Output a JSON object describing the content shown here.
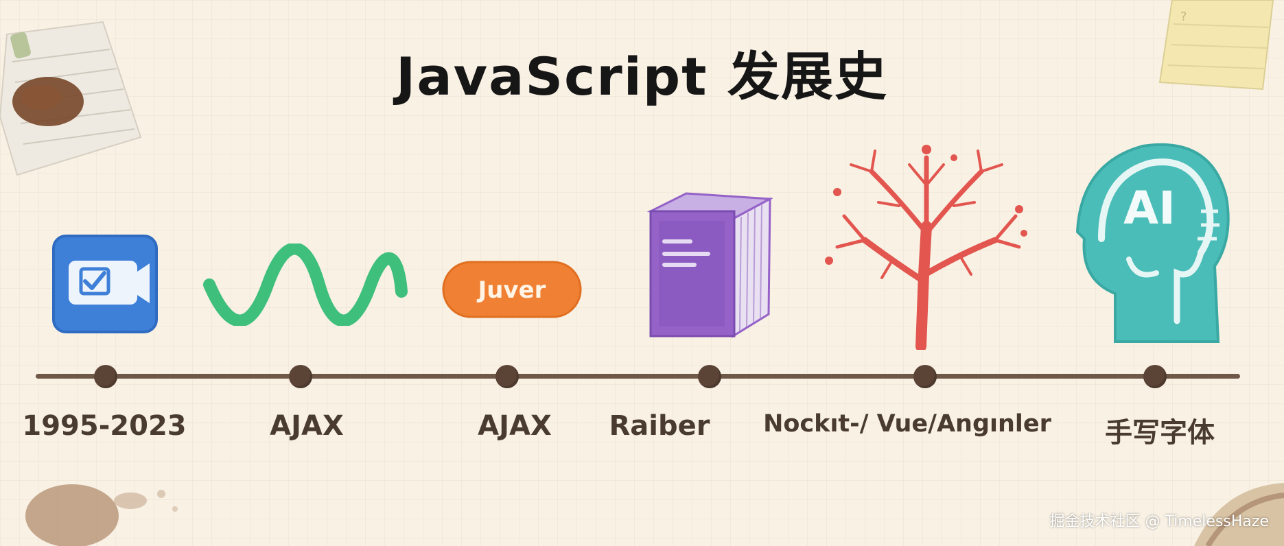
{
  "title": "JavaScript 发展史",
  "colors": {
    "background": "#f8f1e4",
    "timeline": "#6f5848",
    "node": "#5b4336",
    "label": "#4a3b30",
    "blue": "#3e7fd8",
    "green": "#3fbf7c",
    "orange": "#f08033",
    "purple": "#9562c8",
    "red": "#e2564f",
    "teal": "#4bbdb8"
  },
  "milestones": [
    {
      "label": "1995-2023",
      "icon": "browser-check-icon"
    },
    {
      "label": "AJAX",
      "icon": "green-wave-icon"
    },
    {
      "label": "AJAX",
      "icon": "orange-pill-icon",
      "badge_text": "Juver"
    },
    {
      "label": "Raiber",
      "icon": "purple-book-icon"
    },
    {
      "label": "Nockıt-/ Vue/Angınler",
      "icon": "red-tree-icon"
    },
    {
      "label": "手写字体",
      "icon": "ai-head-icon",
      "badge_text": "AI"
    }
  ],
  "watermark": "掘金技术社区 @ TimelessHaze"
}
